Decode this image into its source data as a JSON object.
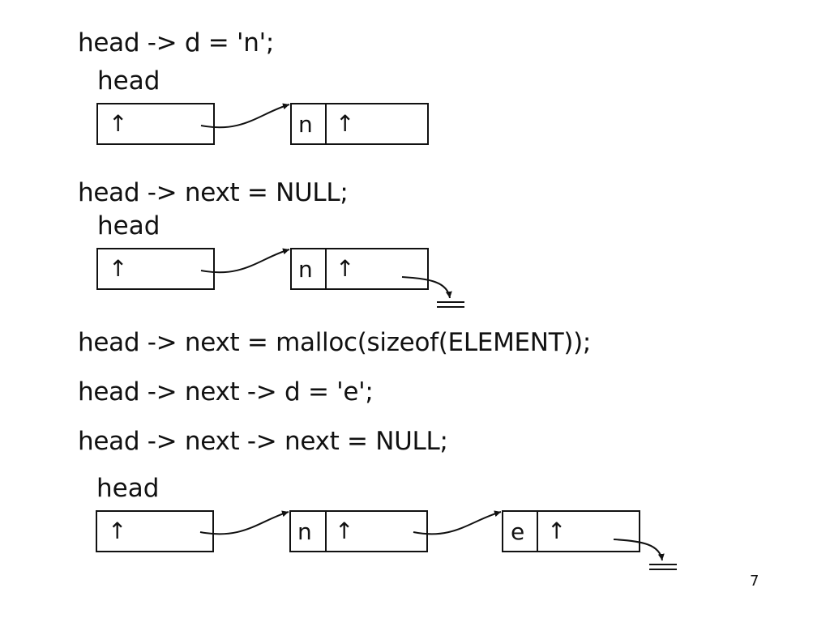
{
  "statements": {
    "s1": "head -> d = 'n';",
    "s2": "head -> next = NULL;",
    "s3": "head -> next = malloc(sizeof(ELEMENT));",
    "s4": "head -> next -> d = 'e';",
    "s5": "head -> next -> next = NULL;"
  },
  "diagrams": {
    "d1": {
      "head_label": "head",
      "pointer_glyph": "↑",
      "node1_data": "n"
    },
    "d2": {
      "head_label": "head",
      "pointer_glyph": "↑",
      "node1_data": "n"
    },
    "d3": {
      "head_label": "head",
      "pointer_glyph": "↑",
      "node1_data": "n",
      "node2_data": "e"
    }
  },
  "icons": {
    "pointer": "up-arrow-icon",
    "null_terminator": "ground-null-icon"
  },
  "page_number": "7"
}
